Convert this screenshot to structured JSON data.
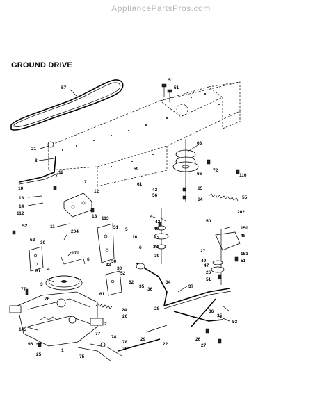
{
  "watermark": "AppliancePartsPros.com",
  "title": "GROUND DRIVE",
  "labels": [
    "57",
    "51",
    "51",
    "63",
    "21",
    "8",
    "12",
    "59",
    "72",
    "116",
    "66",
    "61",
    "42",
    "56",
    "65",
    "10",
    "7",
    "12",
    "55",
    "13",
    "14",
    "112",
    "64",
    "41",
    "42",
    "202",
    "18",
    "113",
    "51",
    "5",
    "50",
    "150",
    "52",
    "11",
    "204",
    "40",
    "48",
    "16",
    "6",
    "30",
    "52",
    "42",
    "170",
    "38",
    "27",
    "151",
    "51",
    "49",
    "42",
    "61",
    "39",
    "6",
    "32",
    "30",
    "4",
    "61",
    "62",
    "35",
    "36",
    "52",
    "30",
    "47",
    "26",
    "51",
    "77",
    "3",
    "34",
    "37",
    "76",
    "24",
    "28",
    "36",
    "35",
    "20",
    "53",
    "2",
    "145",
    "77",
    "29",
    "96",
    "74",
    "78",
    "22",
    "26",
    "27",
    "25",
    "1",
    "78",
    "75"
  ]
}
